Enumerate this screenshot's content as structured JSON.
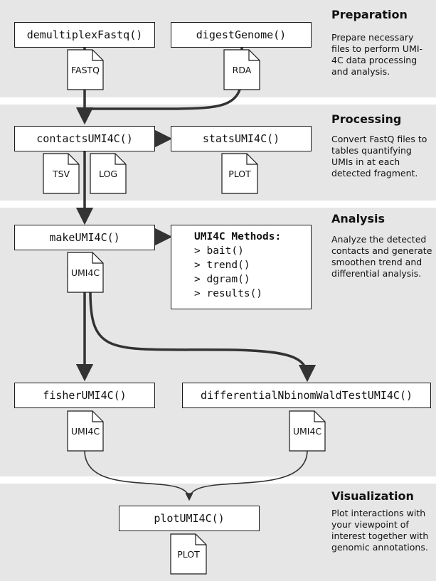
{
  "sections": {
    "preparation": {
      "title": "Preparation",
      "description": "Prepare necessary files to perform UMI-4C data processing and analysis."
    },
    "processing": {
      "title": "Processing",
      "description": "Convert FastQ files to tables quantifying UMIs in at each detected fragment."
    },
    "analysis": {
      "title": "Analysis",
      "description": "Analyze the detected contacts and generate smoothen trend and differential analysis."
    },
    "visualization": {
      "title": "Visualization",
      "description": "Plot interactions with your viewpoint of interest together with genomic annotations."
    }
  },
  "functions": {
    "demultiplex": "demultiplexFastq()",
    "digest": "digestGenome()",
    "contacts": "contactsUMI4C()",
    "stats": "statsUMI4C()",
    "make": "makeUMI4C()",
    "fisher": "fisherUMI4C()",
    "differential": "differentialNbinomWaldTestUMI4C()",
    "plot": "plotUMI4C()"
  },
  "methods": {
    "title": "UMI4C Methods:",
    "items": [
      "> bait()",
      "> trend()",
      "> dgram()",
      "> results()"
    ]
  },
  "files": {
    "fastq": "FASTQ",
    "rda": "RDA",
    "tsv": "TSV",
    "log": "LOG",
    "stats_plot": "PLOT",
    "make_umi4c": "UMI4C",
    "fisher_umi4c": "UMI4C",
    "diff_umi4c": "UMI4C",
    "final_plot": "PLOT"
  },
  "colors": {
    "band": "#e6e6e6",
    "arrow": "#333333",
    "border": "#1a1a1a"
  }
}
